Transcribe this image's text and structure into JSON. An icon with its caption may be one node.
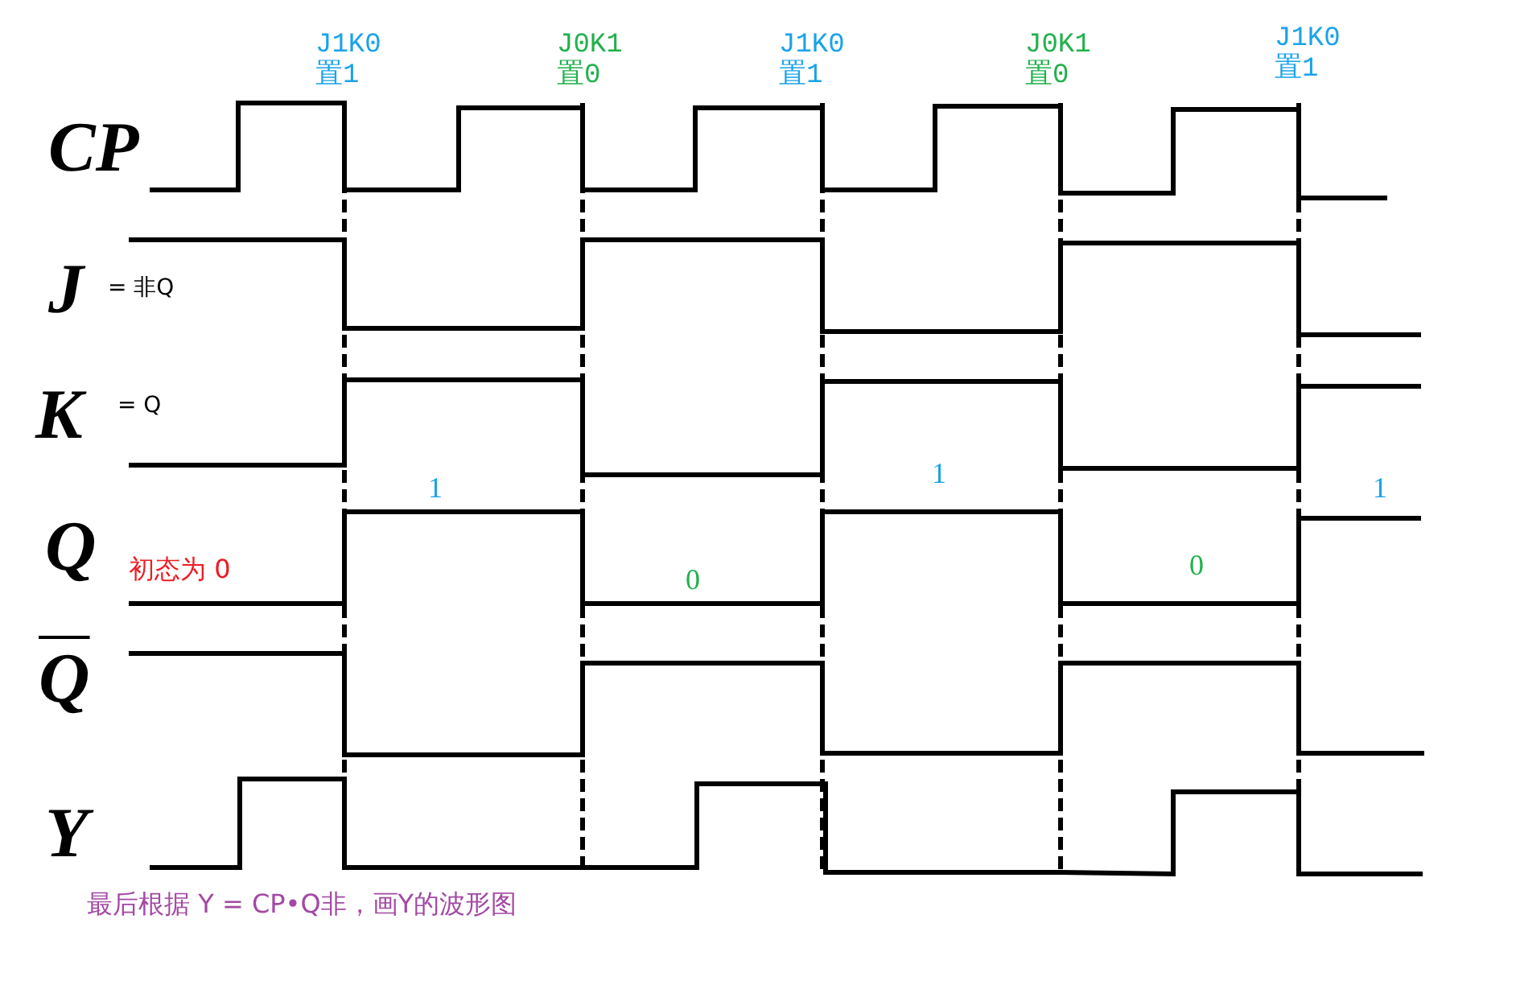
{
  "diagram": {
    "labels": [
      "J1K0 置1",
      "J0K1 置0",
      "J1K0 置1",
      "J0K1 置0",
      "J1K0 置1",
      "CP",
      "J",
      "= 非Q",
      "K",
      "= Q",
      "1",
      "1",
      "1",
      "Q",
      "初态为 0",
      "0",
      "0",
      "Q",
      "Y",
      "最后根据 Y = CP•Q非，画Y的波形图"
    ]
  }
}
